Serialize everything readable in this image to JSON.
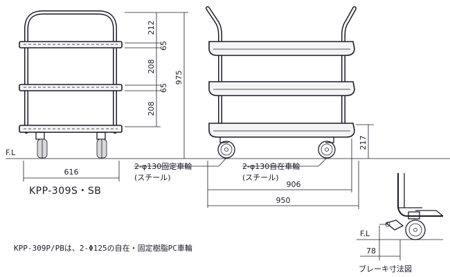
{
  "side_view": {
    "height_dims": [
      "212",
      "65",
      "208",
      "65",
      "208"
    ],
    "total_height": "975",
    "width": "616",
    "floor_label": "F.L",
    "model_title": "KPP-309S・SB"
  },
  "front_view": {
    "clearance": "217",
    "inner_length": "906",
    "total_length": "950",
    "fixed_caster_label": "2-φ130固定車輪",
    "fixed_caster_note": "(スチール)",
    "swivel_caster_label": "2-φ130自在車輪",
    "swivel_caster_note": "(スチール)"
  },
  "brake_detail": {
    "floor_label": "F.L",
    "offset": "78",
    "caption": "ブレーキ寸法図"
  },
  "note": "KPP-309P/PBは、2-Φ125の自在・固定樹脂PC車輪"
}
